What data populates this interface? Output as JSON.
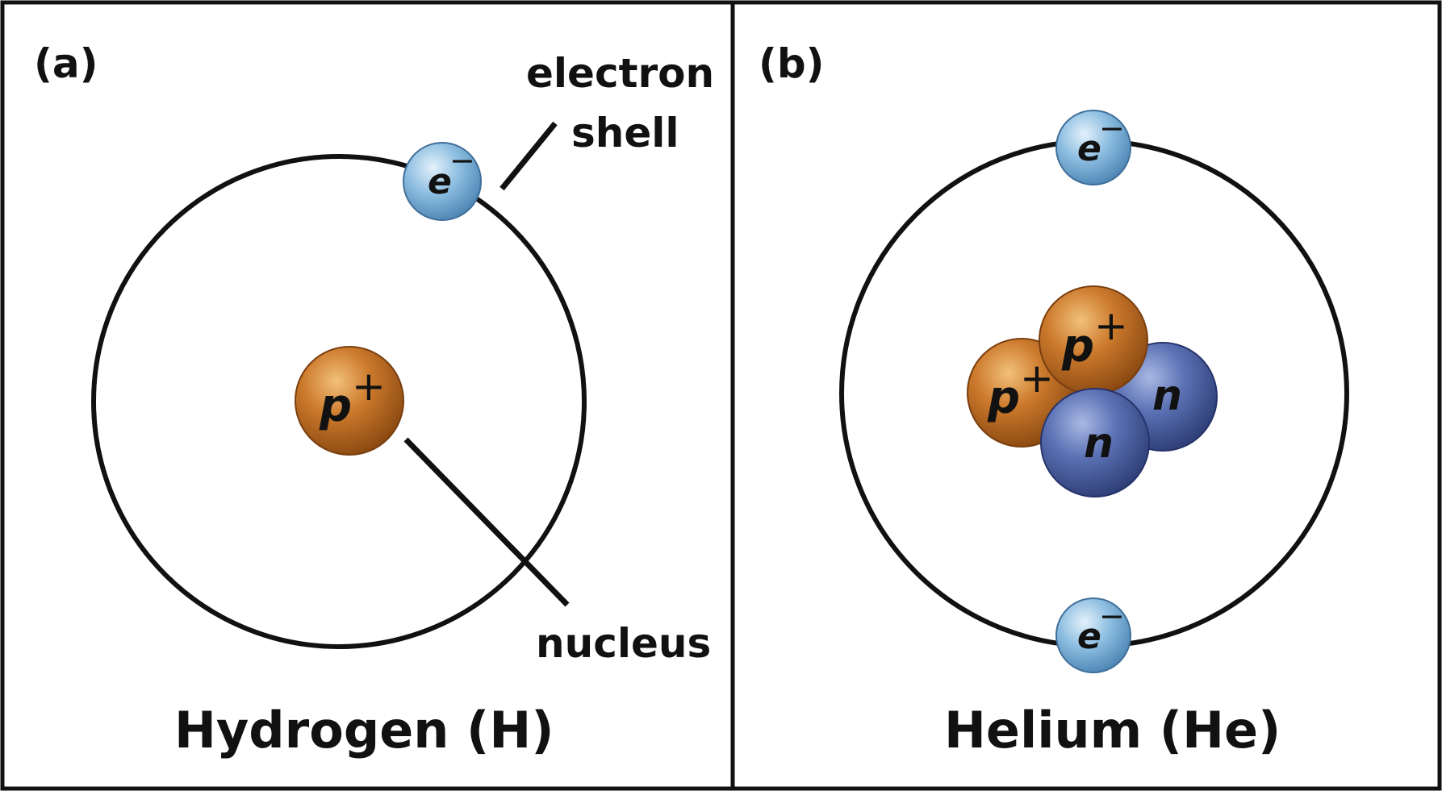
{
  "panels": [
    {
      "id": "a",
      "letter": "(a)",
      "title": "Hydrogen (H)",
      "labels": {
        "electron_shell_line1": "electron",
        "electron_shell_line2": "shell",
        "nucleus": "nucleus"
      }
    },
    {
      "id": "b",
      "letter": "(b)",
      "title": "Helium (He)"
    }
  ],
  "particles": {
    "proton": {
      "symbol": "p",
      "charge": "+"
    },
    "neutron": {
      "symbol": "n"
    },
    "electron": {
      "symbol": "e",
      "charge": "−"
    }
  },
  "colors": {
    "proton": "#b8661c",
    "neutron": "#4a5fa0",
    "electron": "#7fb0d8",
    "outline": "#111111"
  }
}
